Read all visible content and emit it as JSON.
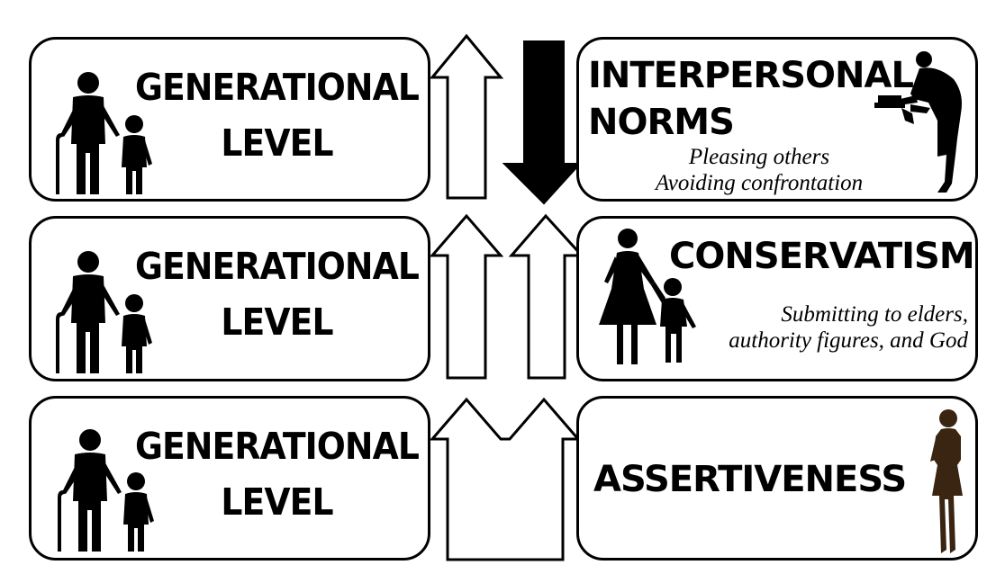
{
  "left_boxes": [
    {
      "line1": "GENERATIONAL",
      "line2": "LEVEL"
    },
    {
      "line1": "GENERATIONAL",
      "line2": "LEVEL"
    },
    {
      "line1": "GENERATIONAL",
      "line2": "LEVEL"
    }
  ],
  "right_boxes": {
    "top": {
      "title_line1": "INTERPERSONAL",
      "title_line2": "NORMS",
      "sub_line1": "Pleasing others",
      "sub_line2": "Avoiding confrontation"
    },
    "middle": {
      "title": "CONSERVATISM",
      "sub_line1": "Submitting to elders,",
      "sub_line2": "authority figures, and God"
    },
    "bottom": {
      "title": "ASSERTIVENESS"
    }
  },
  "icons": [
    "elder-with-child-icon",
    "bowing-man-icon",
    "mother-with-child-icon",
    "standing-woman-icon",
    "up-arrow-icon",
    "down-arrow-icon"
  ],
  "colors": {
    "ink": "#000000",
    "woman_figure": "#3a2412"
  }
}
